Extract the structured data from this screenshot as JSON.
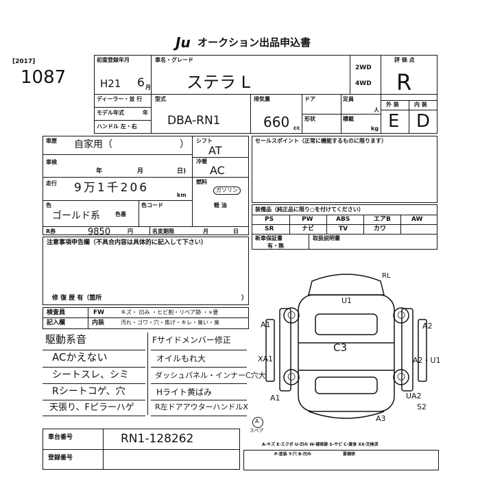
{
  "header": {
    "logo": "Ju",
    "title": "オークション出品申込書"
  },
  "lot": {
    "year": "[2017]",
    "number": "1087"
  },
  "first_reg": {
    "label": "初度登録年月",
    "era_year": "H21",
    "month": "6",
    "month_unit": "月"
  },
  "car_name": {
    "label": "車名・グレード",
    "value": "ステラ L",
    "wd2": "2WD",
    "wd4": "4WD"
  },
  "grade_box": {
    "label": "評 価 点",
    "value": "R",
    "ext_label": "外 装",
    "int_label": "内 装",
    "ext_value": "E",
    "int_value": "D"
  },
  "dealer": {
    "label": "ディーラー・並 行",
    "model_year": "モデル年式",
    "year_unit": "年",
    "handle": "ハンドル 左・右"
  },
  "model": {
    "label": "型式",
    "value": "DBA-RN1"
  },
  "displacement": {
    "label": "排気量",
    "value": "660",
    "unit": "cc"
  },
  "doors": {
    "label": "ドア",
    "shape_label": "形状"
  },
  "capacity": {
    "label": "定員",
    "unit": "人",
    "load_label": "積載",
    "load_unit": "kg"
  },
  "history": {
    "label": "車歴",
    "value": "自家用（",
    "close": "）"
  },
  "inspection": {
    "label": "車検",
    "year": "年",
    "month": "月",
    "day": "日)"
  },
  "mileage": {
    "label": "走行",
    "value": "9万1千206",
    "unit": "km"
  },
  "color": {
    "label": "色",
    "value": "ゴールド系",
    "color_no": "色番",
    "color_code": "色コード"
  },
  "shift": {
    "label": "シフト",
    "value": "AT"
  },
  "ac": {
    "label": "冷暖",
    "value": "AC"
  },
  "fuel": {
    "label": "燃料",
    "value": "ガソリン",
    "diesel": "軽 油"
  },
  "sales_point": {
    "label": "セールスポイント（正常に機能するものに限ります）"
  },
  "recycle": {
    "label": "R券",
    "value": "9850",
    "unit": "円",
    "name_change": "名変期限",
    "month": "月",
    "day": "日"
  },
  "notes": {
    "label": "注意事項申告欄（不具合内容は具体的に記入して下さい）",
    "repair": "修 復 歴 有（箇所",
    "close": "）"
  },
  "equipment": {
    "label": "装備品（純正品に限り○を付けてください）",
    "items": [
      "PS",
      "PW",
      "ABS",
      "エアB",
      "AW",
      "SR",
      "ナビ",
      "TV",
      "カワ",
      ""
    ],
    "warranty_label": "新車保証書",
    "warranty_value": "有・無",
    "manual_label": "取扱説明書"
  },
  "inspector": {
    "label": "検査員",
    "fw": "FW",
    "legend": "キズ・ 凹み ・ヒビ割・リペア跡 ・×要"
  },
  "entry": {
    "label": "記入欄",
    "interior": "内装",
    "legend": "汚れ・ゴワ・穴・焦げ・キレ・臭い・臭"
  },
  "comments": [
    "駆動系音",
    "ACかえない",
    "シートスレ、シミ",
    "Rシートコゲ、穴",
    "天張り、Fピラーハゲ"
  ],
  "comments_right": [
    "Fサイドメンバー修正",
    "オイルもれ大",
    "ダッシュパネル・インナーC穴大",
    "Hライト黄ばみ",
    "R左ドアアウターハンドルX"
  ],
  "diagram": {
    "u1_top": "U1",
    "rl": "RL",
    "c3": "C3",
    "a1_l": "A1",
    "xa1": "XA1",
    "a1_bl": "A1",
    "a2": "A2",
    "a2u1": "A2・U1",
    "ua2": "UA2",
    "s2": "S2",
    "a3": "A3",
    "wheel": "○",
    "spare": "スペア",
    "spare_mark": "A"
  },
  "chassis": {
    "label": "車台番号",
    "value": "RN1-128262"
  },
  "registration": {
    "label": "登録番号"
  },
  "footer": {
    "legend": "A-キズ E-エクボ U-凹み W-補修跡 S-サビ C-腐食 XX-交換済",
    "leg2": "P-塗装 Y-穴 B-凹み",
    "rep": "要補修"
  }
}
